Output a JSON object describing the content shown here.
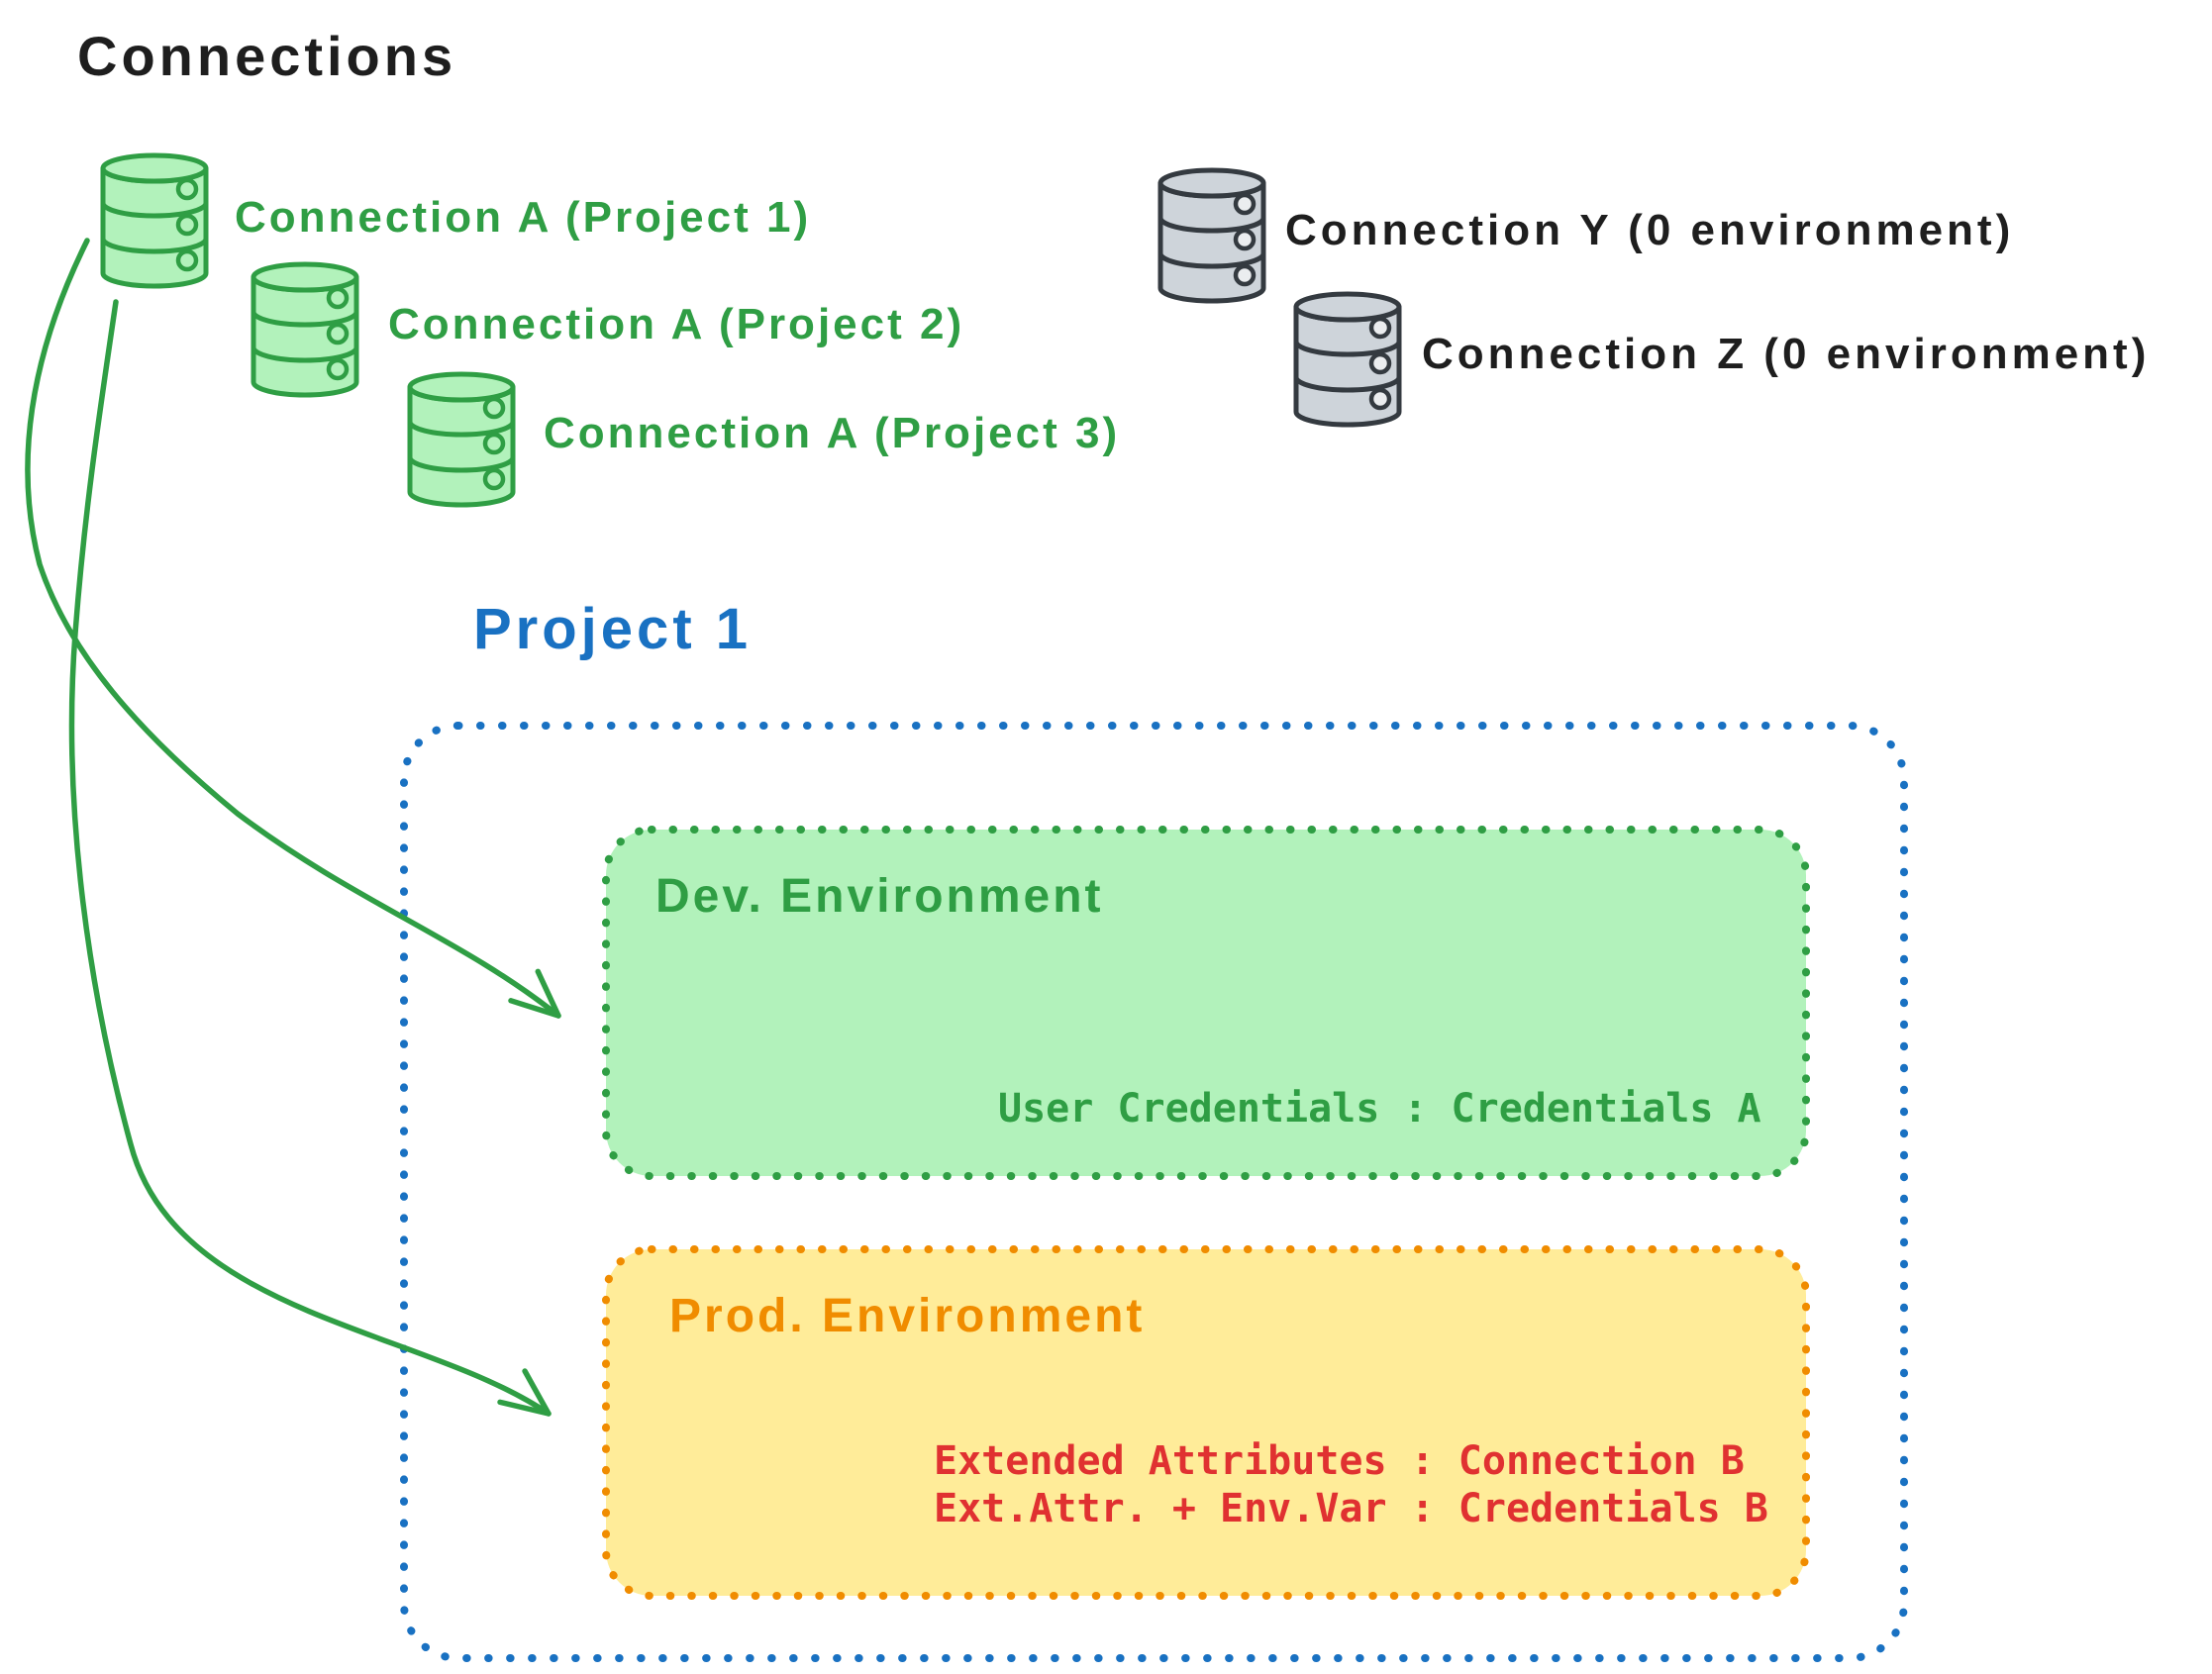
{
  "title": "Connections",
  "connections": [
    {
      "label": "Connection A (Project 1)",
      "color": "green"
    },
    {
      "label": "Connection A (Project 2)",
      "color": "green"
    },
    {
      "label": "Connection A (Project 3)",
      "color": "green"
    },
    {
      "label": "Connection Y (0 environment)",
      "color": "gray"
    },
    {
      "label": "Connection Z (0 environment)",
      "color": "gray"
    }
  ],
  "project": {
    "title": "Project 1",
    "dev": {
      "name": "Dev. Environment",
      "mapping": "User Credentials : Credentials A"
    },
    "prod": {
      "name": "Prod. Environment",
      "mappings": [
        "Extended Attributes : Connection B",
        "Ext.Attr. + Env.Var : Credentials B"
      ]
    }
  },
  "icons": {
    "green_db": "database-cylinder-icon",
    "gray_db": "database-cylinder-icon",
    "arrow": "curved-arrow"
  },
  "colors": {
    "black": "#1e1e1e",
    "green": "#2f9e44",
    "green_fill": "#b2f2bb",
    "gray_stroke": "#343a40",
    "gray_fill": "#ced4da",
    "blue": "#1971c2",
    "orange": "#f08c00",
    "yellow_fill": "#ffec99",
    "red": "#e03131"
  }
}
